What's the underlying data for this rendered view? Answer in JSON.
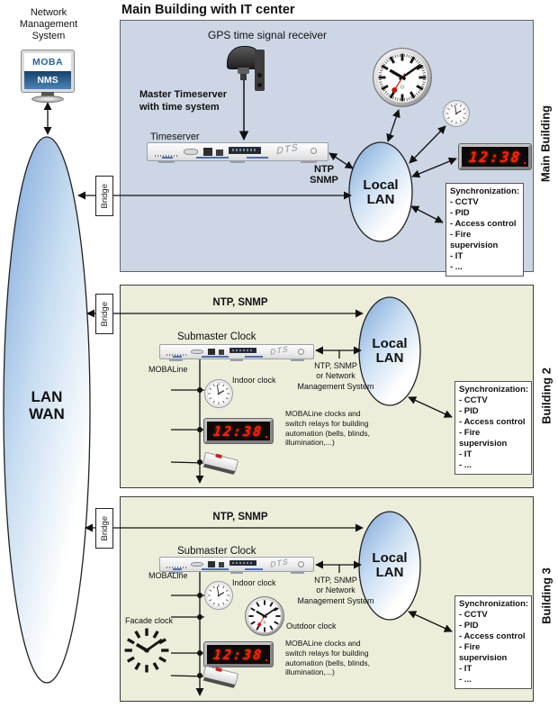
{
  "title": "Main Building with IT center",
  "nms": {
    "label": "Network Management System",
    "screen_top": "MOBA",
    "screen_bottom": "NMS"
  },
  "wan": {
    "line1": "LAN",
    "line2": "WAN"
  },
  "bridges": {
    "label": "Bridge"
  },
  "local_lan": {
    "line1": "Local",
    "line2": "LAN"
  },
  "sync_box": {
    "title": "Synchronization:",
    "items": [
      "- CCTV",
      "- PID",
      "- Access control",
      "- Fire supervision",
      "- IT",
      "- ..."
    ]
  },
  "device_brand": "DTS",
  "main_building": {
    "side_label": "Main Building",
    "gps_label": "GPS time signal receiver",
    "master_line1": "Master Timeserver",
    "master_line2": "with time system",
    "timeserver_label": "Timeserver",
    "ntp_line1": "NTP",
    "ntp_line2": "SNMP",
    "digital_time": "12:38"
  },
  "building2": {
    "side_label": "Building 2",
    "header": "NTP, SNMP",
    "submaster_label": "Submaster Clock",
    "mobaline_label": "MOBALine",
    "indoor_clock_label": "Indoor clock",
    "digital_time": "12:38",
    "lan_note_line1": "NTP, SNMP",
    "lan_note_line2": "or Network",
    "lan_note_line3": "Management System",
    "moba_note_line1": "MOBALine clocks and",
    "moba_note_line2": "switch relays for building",
    "moba_note_line3": "automation (bells, blinds,",
    "moba_note_line4": "illumination,...)"
  },
  "building3": {
    "side_label": "Building 3",
    "header": "NTP, SNMP",
    "submaster_label": "Submaster Clock",
    "mobaline_label": "MOBALine",
    "indoor_clock_label": "Indoor clock",
    "facade_clock_label": "Facade clock",
    "outdoor_clock_label": "Outdoor clock",
    "digital_time": "12:38",
    "lan_note_line1": "NTP, SNMP",
    "lan_note_line2": "or Network",
    "lan_note_line3": "Management System",
    "moba_note_line1": "MOBALine clocks and",
    "moba_note_line2": "switch relays for building",
    "moba_note_line3": "automation (bells, blinds,",
    "moba_note_line4": "illumination,...)"
  },
  "colors": {
    "main_box": "#cdd6e4",
    "building_box": "#eceeda",
    "network_fill": "#7ca6da",
    "led_red": "#ff2400",
    "second_hand_red": "#cc1105"
  }
}
